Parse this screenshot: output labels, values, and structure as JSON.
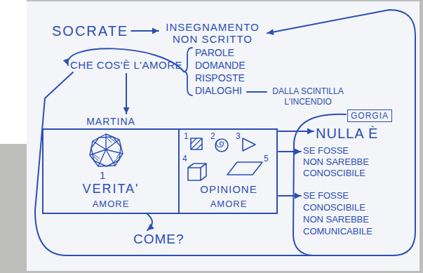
{
  "diagram": {
    "nodes": [
      {
        "text": [
          "SOCRATE"
        ]
      },
      {
        "text": [
          "INSEGNAMENTO NON SCRITTO"
        ]
      },
      {
        "text": [
          "PAROLE",
          "DOMANDE",
          "RISPOSTE",
          "DIALOGHI"
        ]
      },
      {
        "text": [
          "CHE COS'È L'AMORE"
        ]
      },
      {
        "text": [
          "MARTINA",
          "1",
          "VERITA'",
          "AMORE"
        ]
      },
      {
        "text": [
          "1",
          "2",
          "3",
          "4",
          "5",
          "OPINIONE",
          "AMORE"
        ]
      },
      {
        "text": [
          "GORGIA"
        ]
      },
      {
        "text": [
          "NULLA È"
        ]
      },
      {
        "text": [
          "SE FOSSE NON SAREBBE CONOSCIBILE"
        ]
      },
      {
        "text": [
          "SE FOSSE CONOSCIBILE NON SAREBBE COMUNICABILE"
        ]
      },
      {
        "text": [
          "COME?"
        ]
      }
    ],
    "edges": [
      {
        "from": 0,
        "to": 1,
        "arrow": "to"
      },
      {
        "from": 2,
        "to": 3,
        "arrow": "to"
      },
      {
        "from": 3,
        "to": 4,
        "arrow": "to"
      },
      {
        "from": 5,
        "to": 7,
        "arrow": "to"
      },
      {
        "from": 5,
        "to": 8,
        "arrow": "to"
      },
      {
        "from": 5,
        "to": 9,
        "arrow": "to"
      },
      {
        "from": 4,
        "to": 10,
        "arrow": "to"
      },
      {
        "from": 3,
        "to": 1,
        "arrow": "to"
      }
    ],
    "labels": [
      "DALLA SCINTILLA L'INCENDIO"
    ]
  }
}
